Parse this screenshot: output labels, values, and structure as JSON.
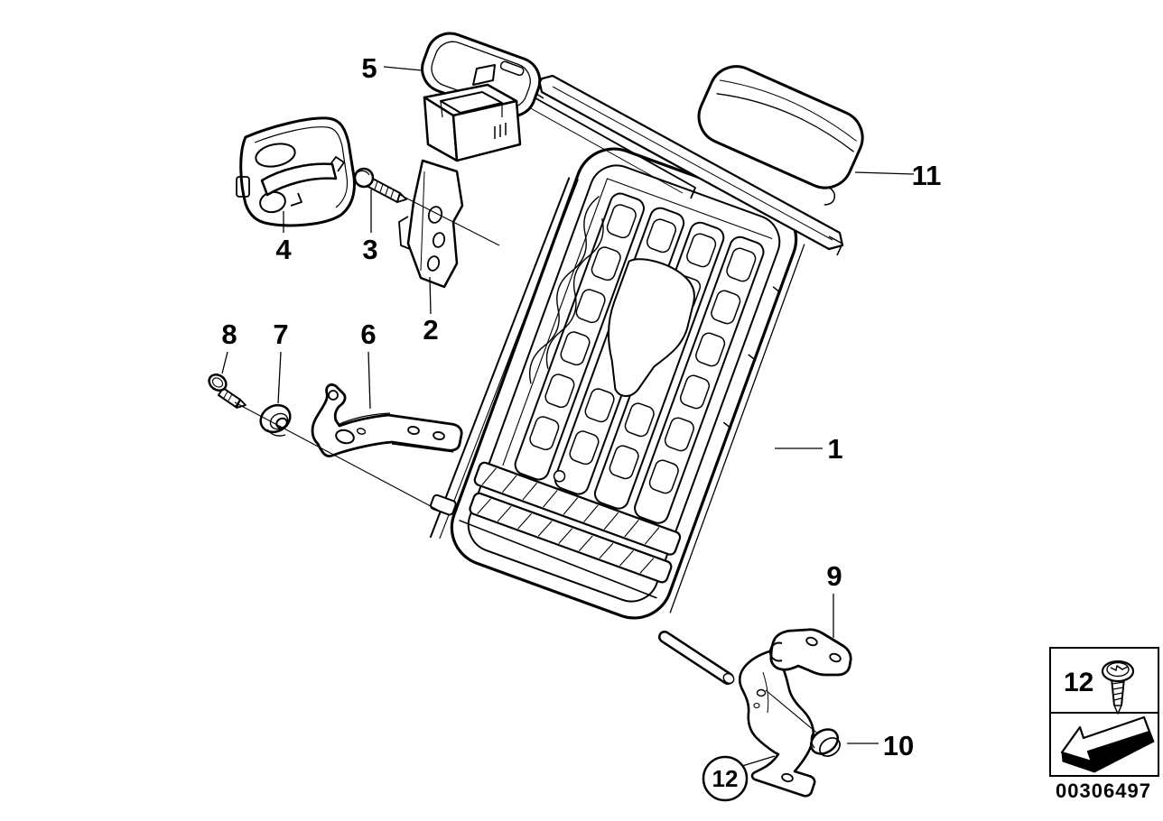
{
  "diagram": {
    "background_color": "#ffffff",
    "line_color": "#000000",
    "image_number": "00306497"
  },
  "callouts": {
    "n1": "1",
    "n2": "2",
    "n3": "3",
    "n4": "4",
    "n5": "5",
    "n6": "6",
    "n7": "7",
    "n8": "8",
    "n9": "9",
    "n10": "10",
    "n11": "11",
    "n12": "12"
  },
  "legend": {
    "item_ref": "12",
    "icons": [
      "screw-icon",
      "direction-arrow-icon"
    ]
  }
}
